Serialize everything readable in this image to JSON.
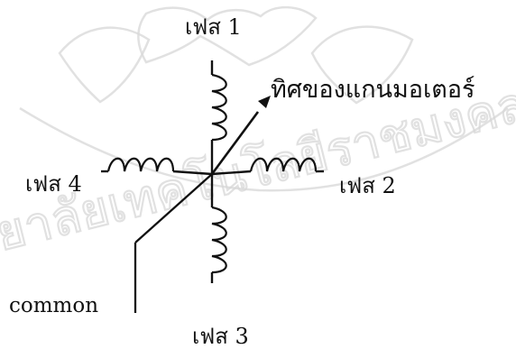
{
  "diagram": {
    "labels": {
      "phase1": "เฟส 1",
      "phase2": "เฟส 2",
      "phase3": "เฟส 3",
      "phase4": "เฟส 4",
      "direction": "ทิศของแกนมอเตอร์",
      "common": "common"
    },
    "watermark": {
      "text": "มหาวิทยาลัยเทคโนโลยีราชมงคลธัญบุรี",
      "color": "#d7d7d7"
    },
    "colors": {
      "line": "#111111",
      "background": "#ffffff"
    }
  }
}
